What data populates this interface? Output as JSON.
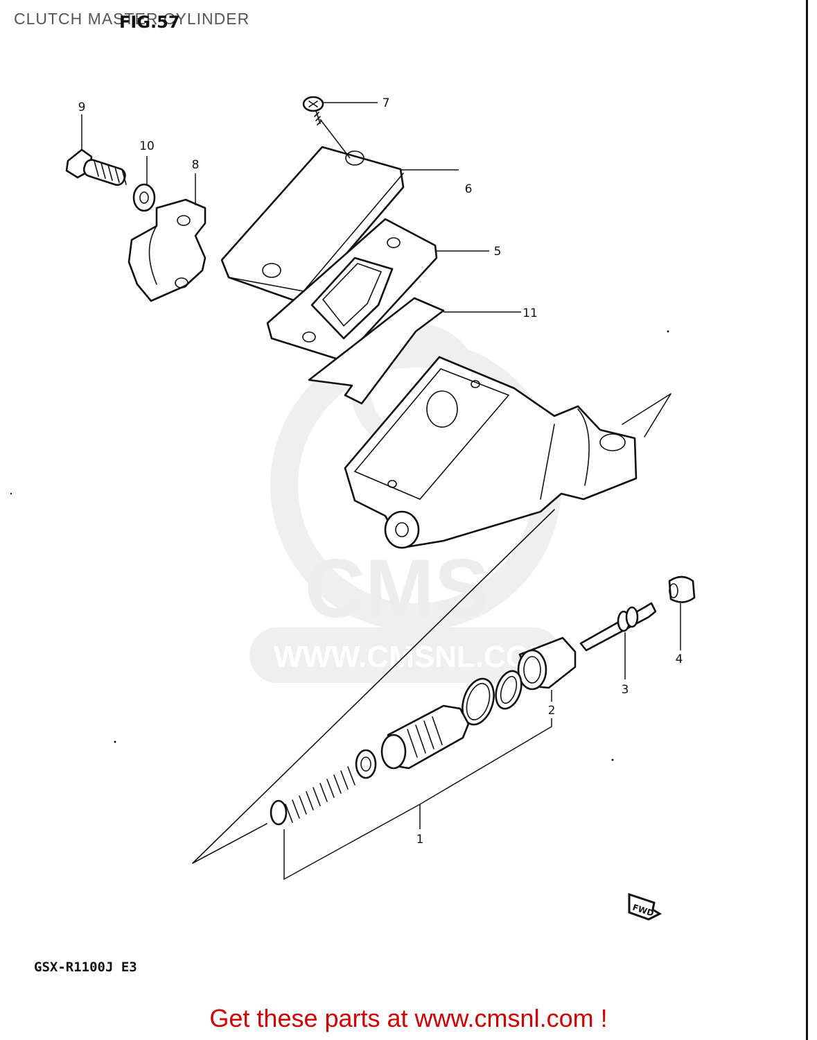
{
  "page": {
    "title": "CLUTCH MASTER CYLINDER",
    "figure_label": "FIG.57",
    "model_code": "GSX-R1100J E3",
    "footer_link": "Get these parts at www.cmsnl.com !"
  },
  "watermark": {
    "logo_text": "CMS",
    "url_text": "WWW.CMSNL.COM"
  },
  "fwd_mark": "FWD",
  "callouts": [
    {
      "id": "1",
      "label": "1"
    },
    {
      "id": "2",
      "label": "2"
    },
    {
      "id": "3",
      "label": "3"
    },
    {
      "id": "4",
      "label": "4"
    },
    {
      "id": "5",
      "label": "5"
    },
    {
      "id": "6",
      "label": "6"
    },
    {
      "id": "7",
      "label": "7"
    },
    {
      "id": "8",
      "label": "8"
    },
    {
      "id": "9",
      "label": "9"
    },
    {
      "id": "10",
      "label": "10"
    },
    {
      "id": "11",
      "label": "11"
    }
  ],
  "colors": {
    "link": "#d00000",
    "line_art": "#111111",
    "watermark": "#ededed"
  }
}
